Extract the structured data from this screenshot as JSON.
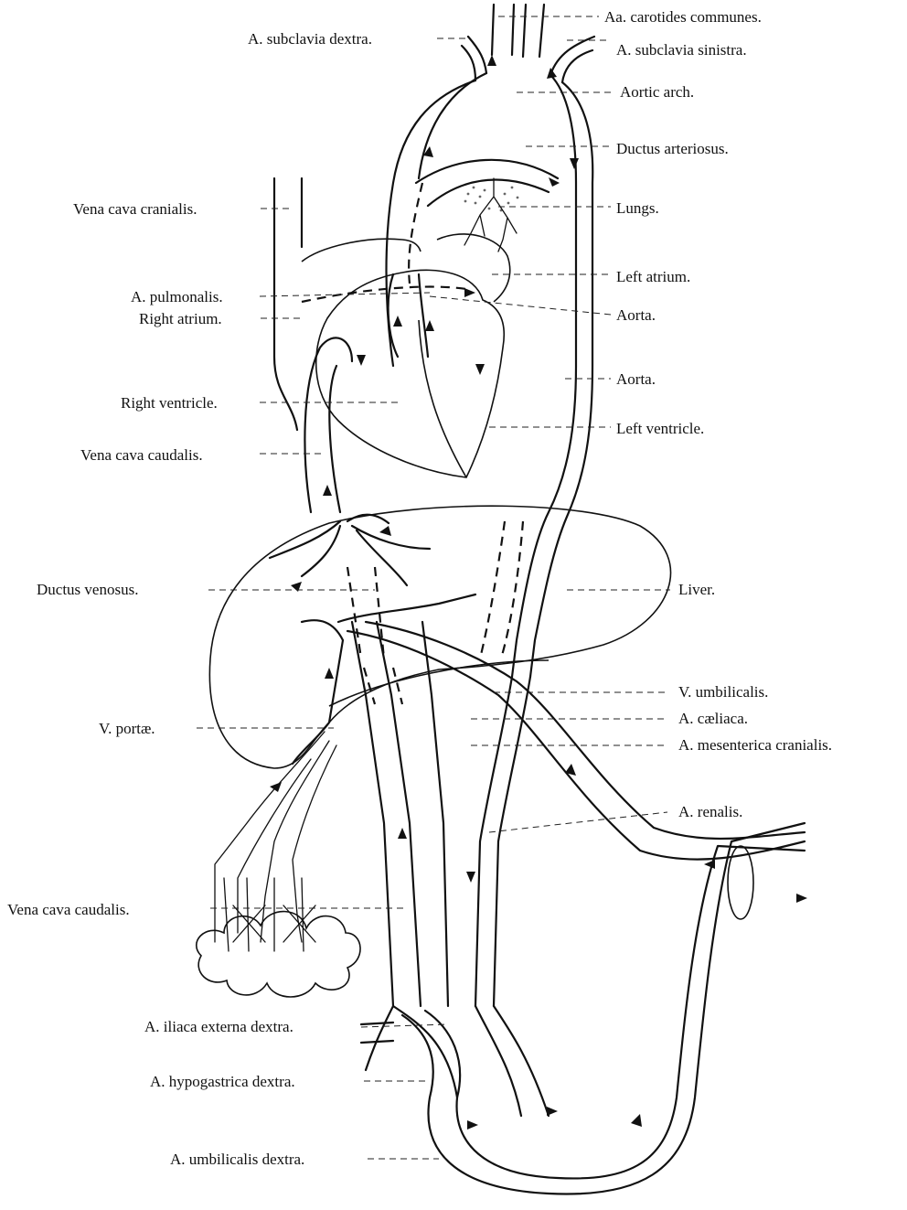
{
  "labels": {
    "carotides": "Aa. carotides communes.",
    "subclavia_dextra": "A. subclavia dextra.",
    "subclavia_sinistra": "A. subclavia sinistra.",
    "aortic_arch": "Aortic arch.",
    "ductus_arteriosus": "Ductus arteriosus.",
    "vena_cava_cranialis": "Vena cava cranialis.",
    "lungs": "Lungs.",
    "left_atrium": "Left atrium.",
    "pulmonalis": "A. pulmonalis.",
    "aorta_1": "Aorta.",
    "right_atrium": "Right atrium.",
    "aorta_2": "Aorta.",
    "right_ventricle": "Right ventricle.",
    "left_ventricle": "Left ventricle.",
    "vena_cava_caudalis_1": "Vena cava caudalis.",
    "ductus_venosus": "Ductus venosus.",
    "liver": "Liver.",
    "v_umbilicalis": "V. umbilicalis.",
    "coeliaca": "A. cæliaca.",
    "v_portae": "V. portæ.",
    "mesenterica": "A. mesenterica cranialis.",
    "renalis": "A. renalis.",
    "vena_cava_caudalis_2": "Vena cava caudalis.",
    "iliaca_externa": "A. iliaca externa dextra.",
    "hypogastrica": "A. hypogastrica dextra.",
    "umbilicalis_dextra": "A. umbilicalis dextra."
  }
}
